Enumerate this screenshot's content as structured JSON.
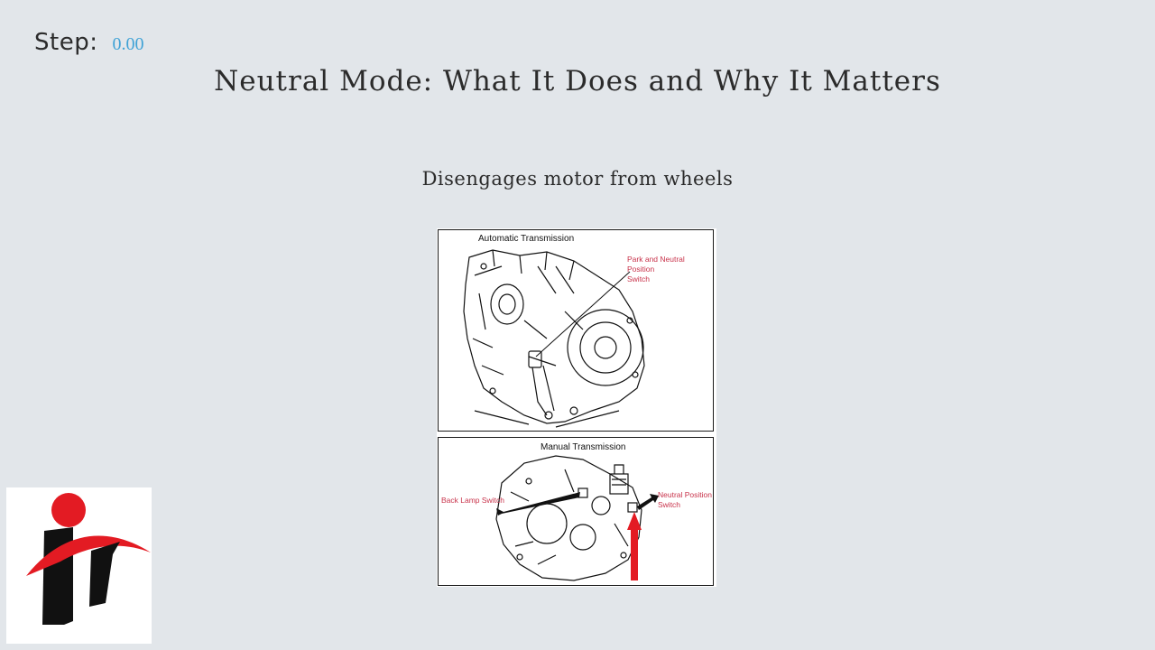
{
  "step": {
    "label": "Step:",
    "value": "0.00"
  },
  "slide": {
    "title": "Neutral Mode: What It Does and Why It Matters",
    "subtitle": "Disengages motor from wheels"
  },
  "figure": {
    "automatic": {
      "title": "Automatic Transmission",
      "callout_line1": "Park and Neutral Position",
      "callout_line2": "Switch"
    },
    "manual": {
      "title": "Manual Transmission",
      "back_lamp": "Back Lamp Switch",
      "neutral_line1": "Neutral Position",
      "neutral_line2": "Switch"
    }
  },
  "colors": {
    "accent_blue": "#3fa2d6",
    "callout_red": "#c8324a",
    "logo_red": "#e31b23",
    "logo_black": "#111111"
  }
}
